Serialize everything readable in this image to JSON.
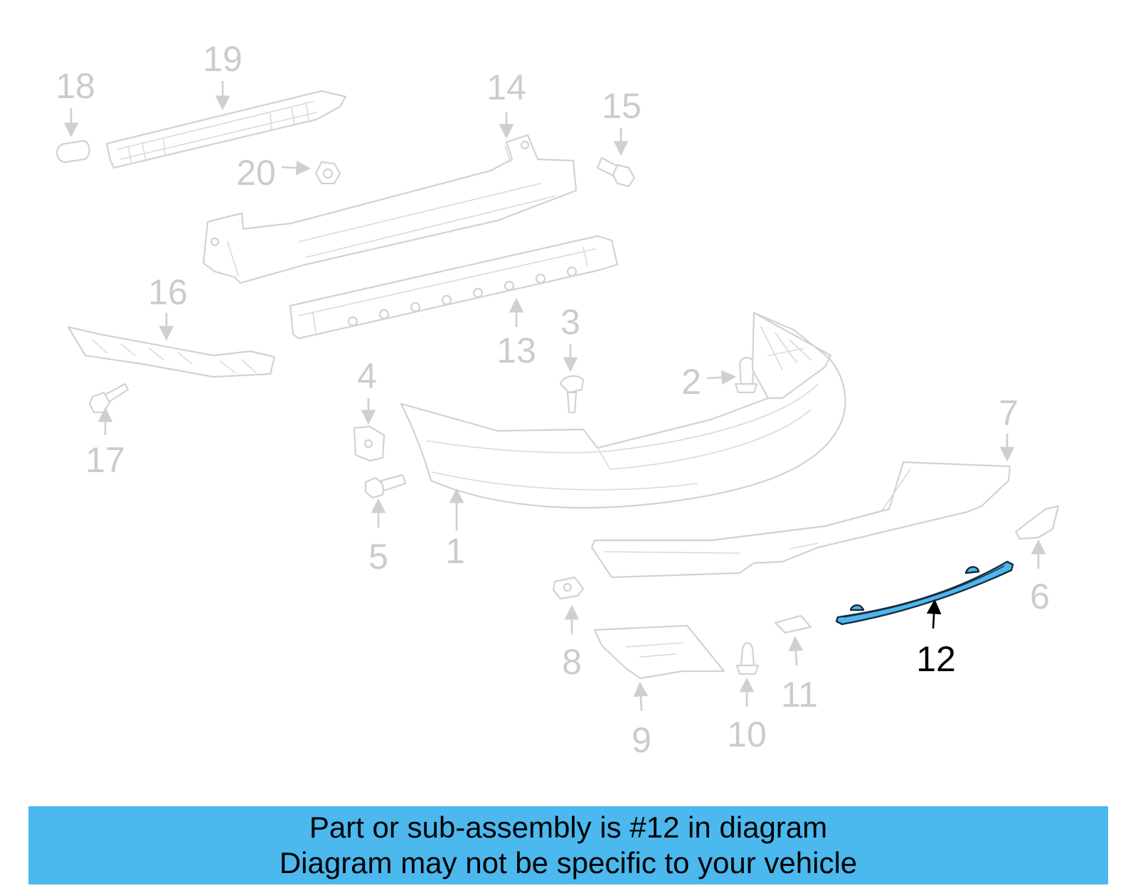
{
  "diagram": {
    "callouts": [
      {
        "id": "1",
        "label": "1"
      },
      {
        "id": "2",
        "label": "2"
      },
      {
        "id": "3",
        "label": "3"
      },
      {
        "id": "4",
        "label": "4"
      },
      {
        "id": "5",
        "label": "5"
      },
      {
        "id": "6",
        "label": "6"
      },
      {
        "id": "7",
        "label": "7"
      },
      {
        "id": "8",
        "label": "8"
      },
      {
        "id": "9",
        "label": "9"
      },
      {
        "id": "10",
        "label": "10"
      },
      {
        "id": "11",
        "label": "11"
      },
      {
        "id": "12",
        "label": "12",
        "highlighted": true
      },
      {
        "id": "13",
        "label": "13"
      },
      {
        "id": "14",
        "label": "14"
      },
      {
        "id": "15",
        "label": "15"
      },
      {
        "id": "16",
        "label": "16"
      },
      {
        "id": "17",
        "label": "17"
      },
      {
        "id": "18",
        "label": "18"
      },
      {
        "id": "19",
        "label": "19"
      },
      {
        "id": "20",
        "label": "20"
      }
    ],
    "highlight_color": "#4bb8ee",
    "faded_color": "#cccccc"
  },
  "banner": {
    "line1": "Part or sub-assembly is #12 in diagram",
    "line2": "Diagram may not be specific to your vehicle",
    "background": "#4bb8ee"
  }
}
